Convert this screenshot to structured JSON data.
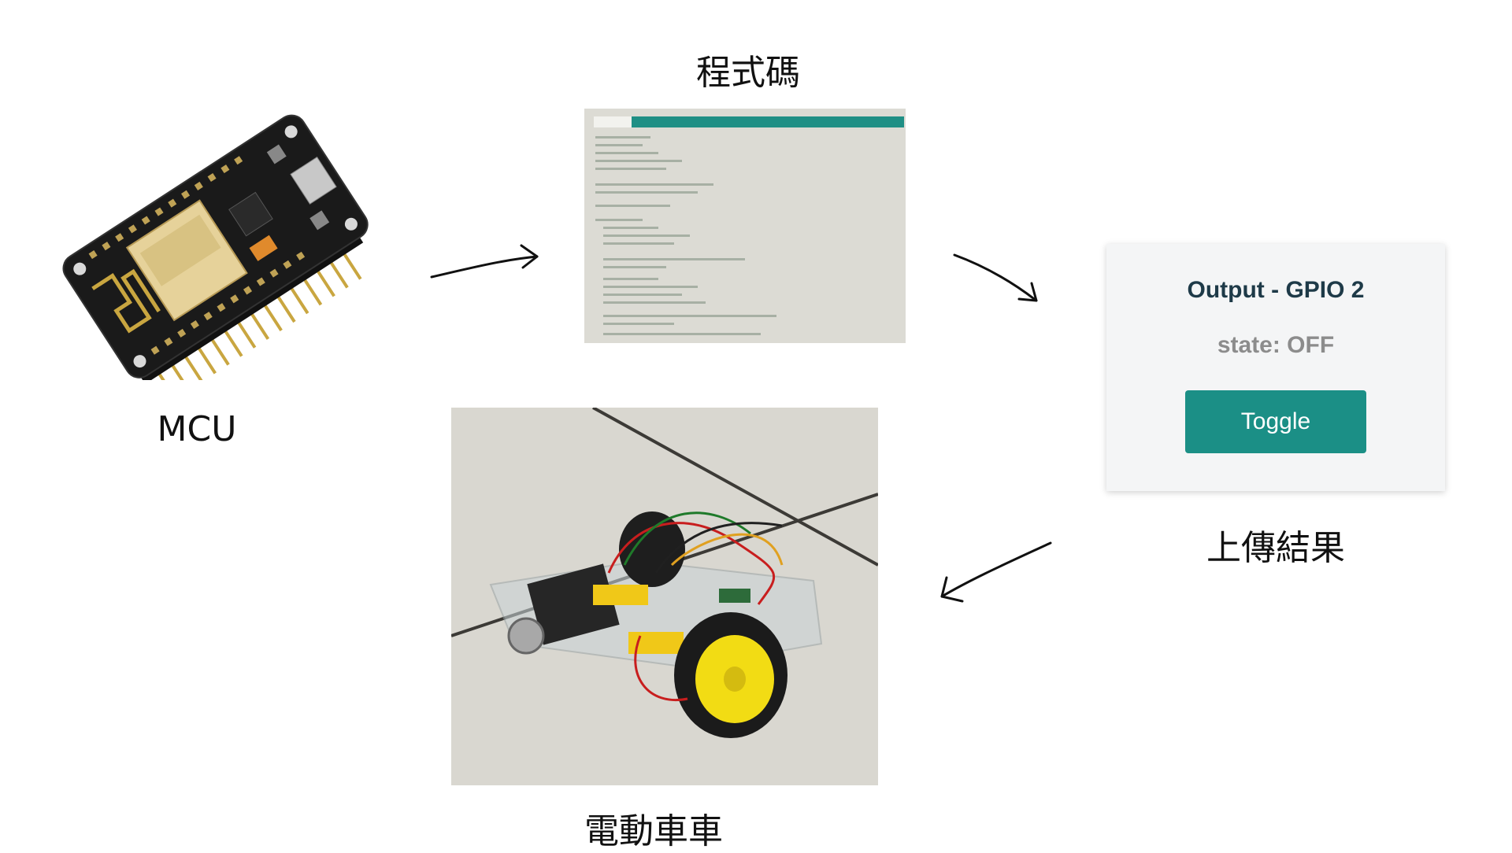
{
  "nodes": {
    "mcu": {
      "label": "MCU"
    },
    "code": {
      "label": "程式碼"
    },
    "upload": {
      "label": "上傳結果"
    },
    "car": {
      "label": "電動車車"
    }
  },
  "web_ui": {
    "title": "Output - GPIO 2",
    "state": "state: OFF",
    "button": "Toggle"
  },
  "colors": {
    "accent": "#1b8f86",
    "title": "#1e3a48",
    "state": "#8c8c8c",
    "arrow": "#111111",
    "board": "#1a1a1a",
    "module": "#e6d29a"
  }
}
